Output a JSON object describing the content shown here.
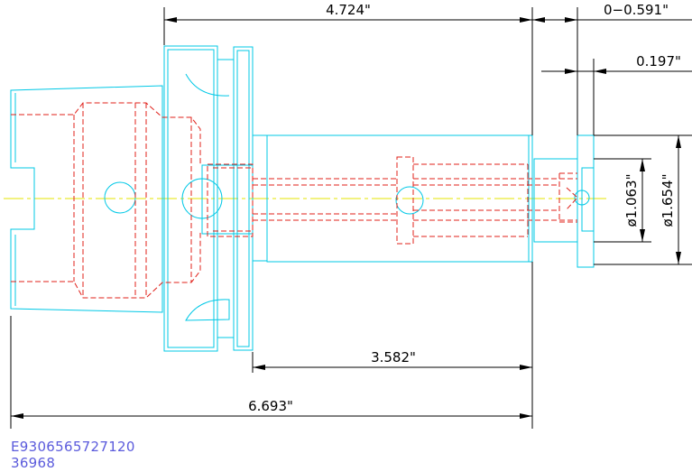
{
  "dimensions": {
    "length_4724": "4.724\"",
    "range_0_0591": "0−0.591\"",
    "offset_0197": "0.197\"",
    "length_3582": "3.582\"",
    "length_6693": "6.693\"",
    "dia_1063": "ø1.063\"",
    "dia_1654": "ø1.654\""
  },
  "part_code": "E9306565727120",
  "part_number": "36968",
  "colors": {
    "outline": "#00c8e6",
    "hidden": "#e0201a",
    "centerline": "#e6e600",
    "dimension": "#000000",
    "code_text": "#5b5bdc"
  }
}
